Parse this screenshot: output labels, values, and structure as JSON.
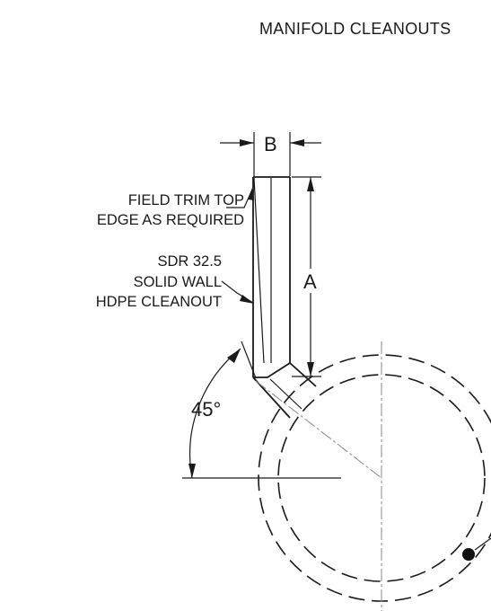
{
  "title": "MANIFOLD CLEANOUTS",
  "dimensions": {
    "b_label": "B",
    "a_label": "A",
    "angle_label": "45°"
  },
  "notes": {
    "trim": [
      "FIELD TRIM TOP",
      "EDGE AS REQUIRED"
    ],
    "pipe": [
      "SDR 32.5",
      "SOLID WALL",
      "HDPE CLEANOUT"
    ]
  }
}
